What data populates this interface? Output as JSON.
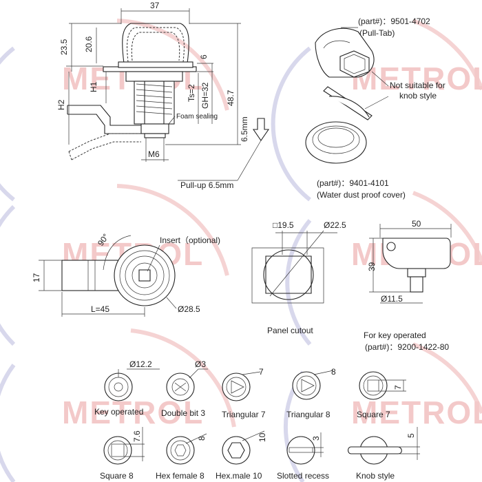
{
  "watermark": "METROL",
  "main_drawing": {
    "dim_width": "37",
    "dim_height_total": "23.5",
    "dim_height_head": "20.6",
    "dim_panel": "6",
    "dim_h1": "H1",
    "dim_h2": "H2",
    "dim_ts": "Ts=2",
    "dim_gh": "GH=32",
    "dim_total": "48.7",
    "dim_pull": "6.5mm",
    "dim_thread": "M6",
    "label_foam": "Foam sealing",
    "label_pullup": "Pull-up 6.5mm"
  },
  "pull_tab": {
    "part": "(part#)：9501-4702",
    "name": "(Pull-Tab)"
  },
  "note_not_suitable": [
    "Not suitable for",
    "knob style"
  ],
  "cover": {
    "part": "(part#)：9401-4101",
    "name": "(Water dust proof cover)"
  },
  "front_view": {
    "angle": "90°",
    "insert": "Insert（optional)",
    "dim_17": "17",
    "dim_l": "L=45",
    "dim_dia": "Ø28.5"
  },
  "panel_cutout": {
    "dim_square": "□19.5",
    "dim_dia": "Ø22.5",
    "label": "Panel cutout"
  },
  "key": {
    "dim_width": "50",
    "dim_height": "39",
    "dim_dia": "Ø11.5",
    "caption": "For key operated",
    "part": "(part#)：9200-1422-80"
  },
  "inserts_row1": [
    {
      "label": "Key operated",
      "dim": "Ø12.2"
    },
    {
      "label": "Double bit 3",
      "dim": "Ø3"
    },
    {
      "label": "Triangular 7",
      "dim": "7"
    },
    {
      "label": "Triangular 8",
      "dim": "8"
    },
    {
      "label": "Square 7",
      "dim": "7"
    }
  ],
  "inserts_row2": [
    {
      "label": "Square 8",
      "dim": "7.6"
    },
    {
      "label": "Hex female 8",
      "dim": "8"
    },
    {
      "label": "Hex.male 10",
      "dim": "10"
    },
    {
      "label": "Slotted recess",
      "dim": "3"
    },
    {
      "label": "Knob style",
      "dim": "5"
    }
  ]
}
